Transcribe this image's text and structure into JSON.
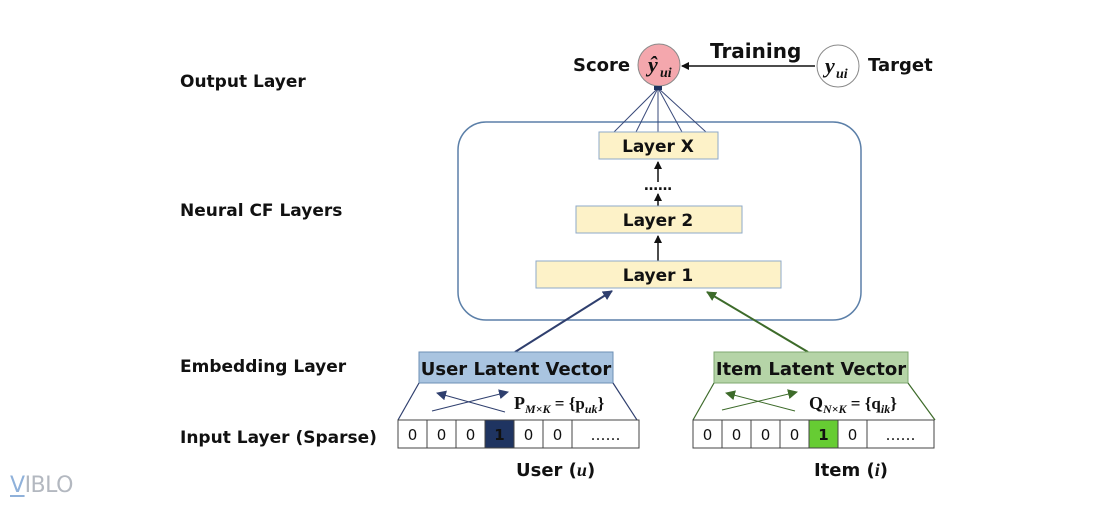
{
  "layer_labels": {
    "output": "Output Layer",
    "neural_cf": "Neural CF Layers",
    "embedding": "Embedding Layer",
    "input": "Input Layer (Sparse)"
  },
  "output": {
    "score_label": "Score",
    "score_symbol": "ŷ",
    "score_subscript": "ui",
    "training_label": "Training",
    "target_symbol": "y",
    "target_subscript": "ui",
    "target_label": "Target"
  },
  "ncf_layers": [
    {
      "label": "Layer X"
    },
    {
      "label": "……"
    },
    {
      "label": "Layer 2"
    },
    {
      "label": "Layer 1"
    }
  ],
  "user": {
    "latent_label": "User Latent Vector",
    "matrix_symbol": "P",
    "matrix_dims": "M×K",
    "matrix_eq": " = {",
    "matrix_elem": "p",
    "matrix_elem_sub": "uk",
    "matrix_close": "}",
    "cells": [
      "0",
      "0",
      "0",
      "1",
      "0",
      "0",
      "……"
    ],
    "active_index": 3,
    "caption_prefix": "User (",
    "caption_var": "u",
    "caption_suffix": ")"
  },
  "item": {
    "latent_label": "Item Latent Vector",
    "matrix_symbol": "Q",
    "matrix_dims": "N×K",
    "matrix_eq": " = {",
    "matrix_elem": "q",
    "matrix_elem_sub": "ik",
    "matrix_close": "}",
    "cells": [
      "0",
      "0",
      "0",
      "0",
      "1",
      "0",
      "……"
    ],
    "active_index": 4,
    "caption_prefix": "Item (",
    "caption_var": "i",
    "caption_suffix": ")"
  },
  "watermark": {
    "v": "V",
    "rest": "IBLO"
  },
  "colors": {
    "score_fill": "#f4a7ad",
    "layer_fill": "#fdf2c8",
    "layer_border": "#8ea9c8",
    "frame_border": "#5b7fa8",
    "user_fill": "#a9c4e0",
    "user_line": "#2f3f6e",
    "user_active": "#1f3461",
    "item_fill": "#b5d4a7",
    "item_line": "#3d6b2a",
    "item_active": "#66cc33"
  }
}
